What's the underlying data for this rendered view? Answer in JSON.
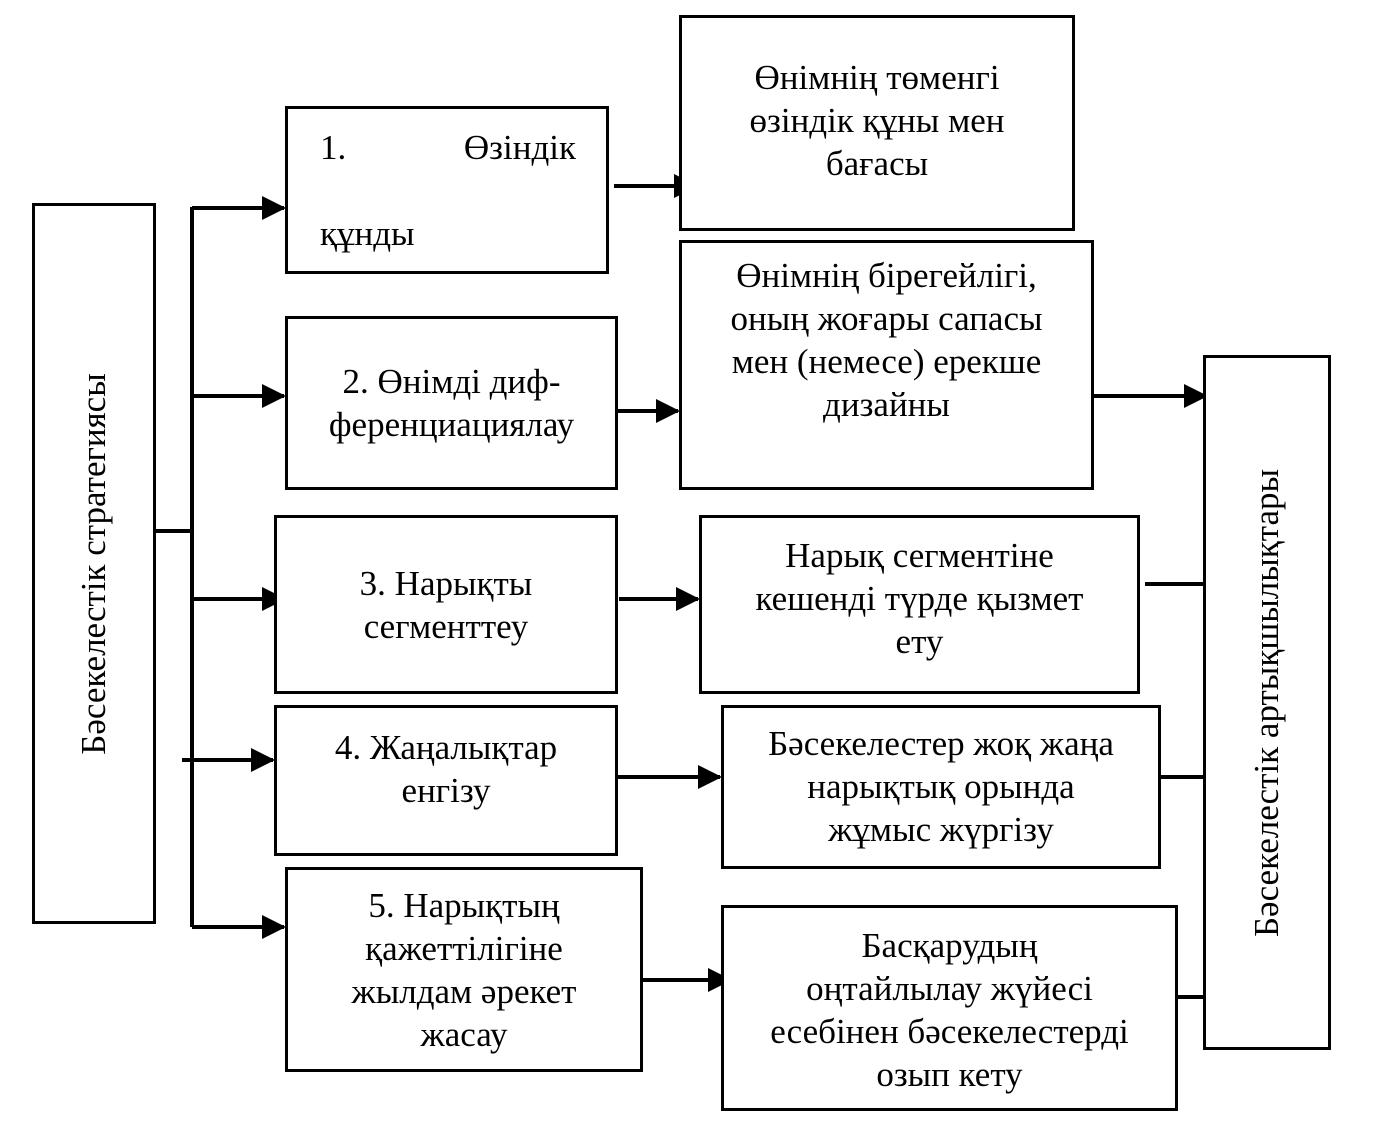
{
  "left_label": "Бәсекелестік стратегиясы",
  "right_label": "Бәсекелестік артықшылықтары",
  "strategies": [
    {
      "num_word": "1.",
      "word": "Өзіндік",
      "line2": "құнды"
    },
    {
      "text": "2. Өнімді диф-\nференциациялау"
    },
    {
      "text": "3. Нарықты\nсегменттеу"
    },
    {
      "text": "4. Жаңалықтар\nенгізу"
    },
    {
      "text": "5. Нарықтың\nқажеттілігіне\nжылдам әрекет\nжасау"
    }
  ],
  "advantages": [
    {
      "text": "Өнімнің төменгі\nөзіндік құны мен\nбағасы"
    },
    {
      "text": "Өнімнің бірегейлігі,\nоның жоғары сапасы\nмен (немесе) ерекше\nдизайны"
    },
    {
      "text": "Нарық сегментіне\nкешенді түрде қызмет\nету"
    },
    {
      "text": "Бәсекелестер жоқ жаңа\nнарықтық орында\nжұмыс жүргізу"
    },
    {
      "text": "Басқарудың\nоңтайлылау жүйесі\nесебінен бәсекелестерді\nозып кету"
    }
  ]
}
